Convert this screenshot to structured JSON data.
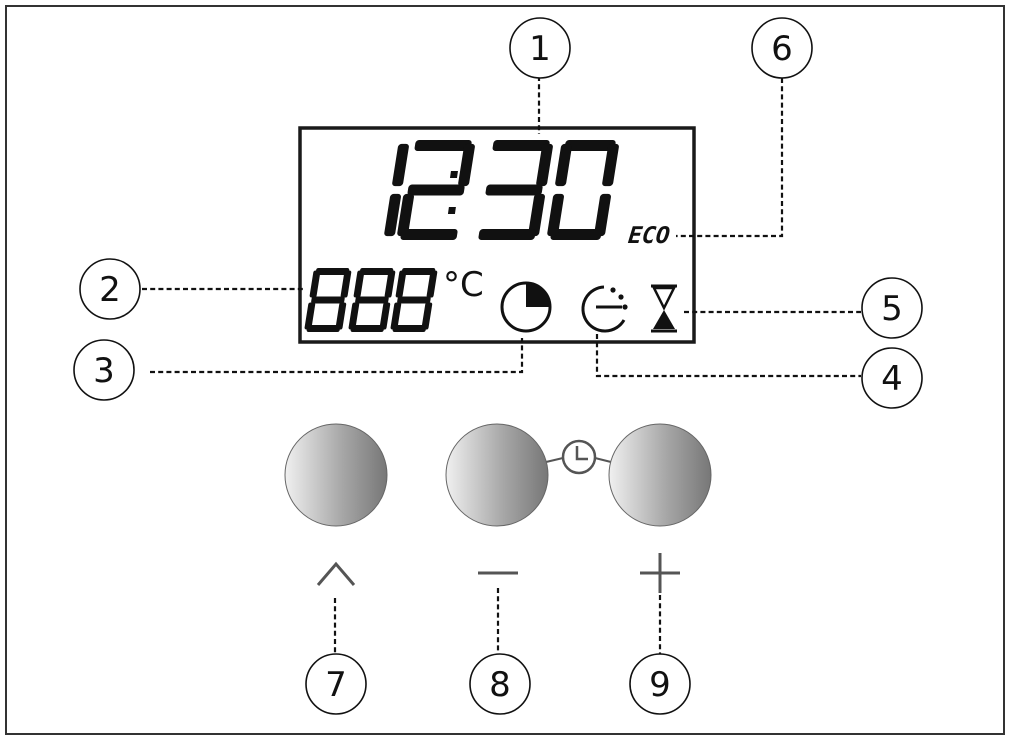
{
  "display": {
    "time_digits": [
      "1",
      "2",
      "3",
      "0"
    ],
    "temp_digits": [
      "8",
      "8",
      "8"
    ],
    "temp_unit": "°C",
    "eco_label": "ECO",
    "icons": [
      "cooking-duration-icon",
      "end-of-cooking-icon",
      "timer-hourglass-icon"
    ]
  },
  "buttons": [
    {
      "id": "select",
      "symbol": "^",
      "icon": "chevron-up-icon"
    },
    {
      "id": "minus",
      "symbol": "−",
      "icon": "minus-icon"
    },
    {
      "id": "plus",
      "symbol": "+",
      "icon": "plus-icon"
    }
  ],
  "clock_link_icon": "clock-icon",
  "callouts": [
    "1",
    "2",
    "3",
    "4",
    "5",
    "6",
    "7",
    "8",
    "9"
  ],
  "colors": {
    "lcd_frame": "#1a1a1a",
    "segment": "#111111",
    "button_dark": "#777777",
    "button_light": "#f0f0f0"
  }
}
